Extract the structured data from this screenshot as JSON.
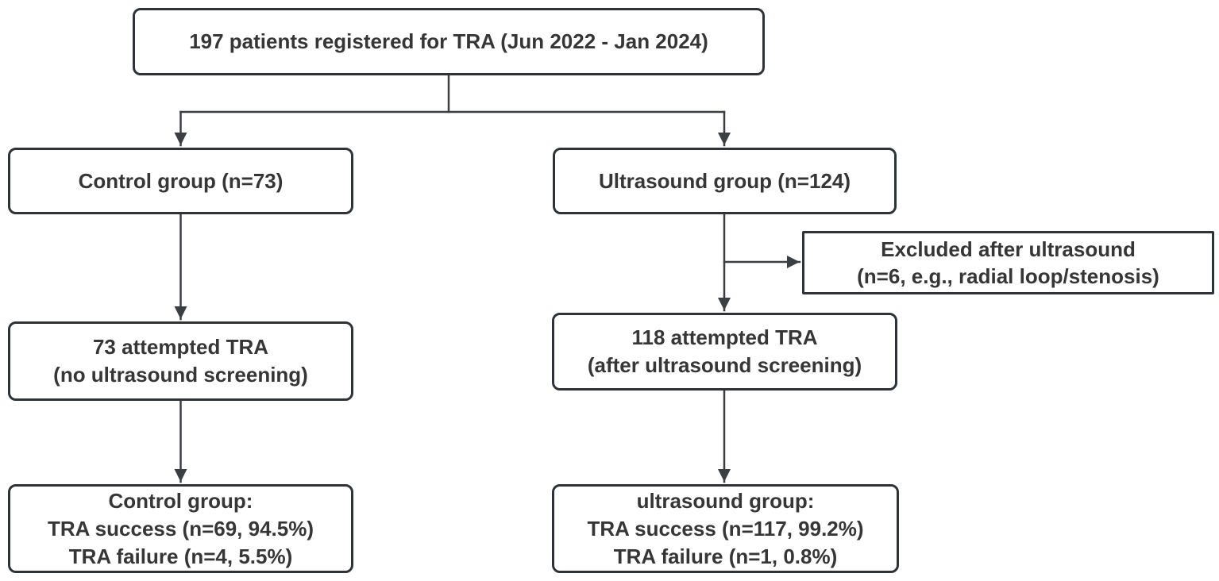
{
  "diagram": {
    "type": "flowchart",
    "topic": "Patient flow for TRA study",
    "colors": {
      "border": "#2e3338",
      "line": "#3a3f44",
      "text": "#363636",
      "background": "#ffffff"
    },
    "nodes": {
      "registered": {
        "lines": [
          "197 patients registered for TRA (Jun 2022 - Jan 2024)"
        ]
      },
      "control_group": {
        "lines": [
          "Control group (n=73)"
        ]
      },
      "ultrasound_group": {
        "lines": [
          "Ultrasound group (n=124)"
        ]
      },
      "excluded": {
        "lines": [
          "Excluded after ultrasound",
          "(n=6, e.g., radial loop/stenosis)"
        ]
      },
      "control_attempted": {
        "lines": [
          "73 attempted TRA",
          "(no ultrasound screening)"
        ]
      },
      "ultrasound_attempted": {
        "lines": [
          "118 attempted TRA",
          "(after ultrasound screening)"
        ]
      },
      "control_outcome": {
        "lines": [
          "Control group:",
          "TRA success (n=69, 94.5%)",
          "TRA failure (n=4, 5.5%)"
        ]
      },
      "ultrasound_outcome": {
        "lines": [
          "ultrasound group:",
          "TRA success (n=117, 99.2%)",
          "TRA failure (n=1, 0.8%)"
        ]
      }
    }
  }
}
